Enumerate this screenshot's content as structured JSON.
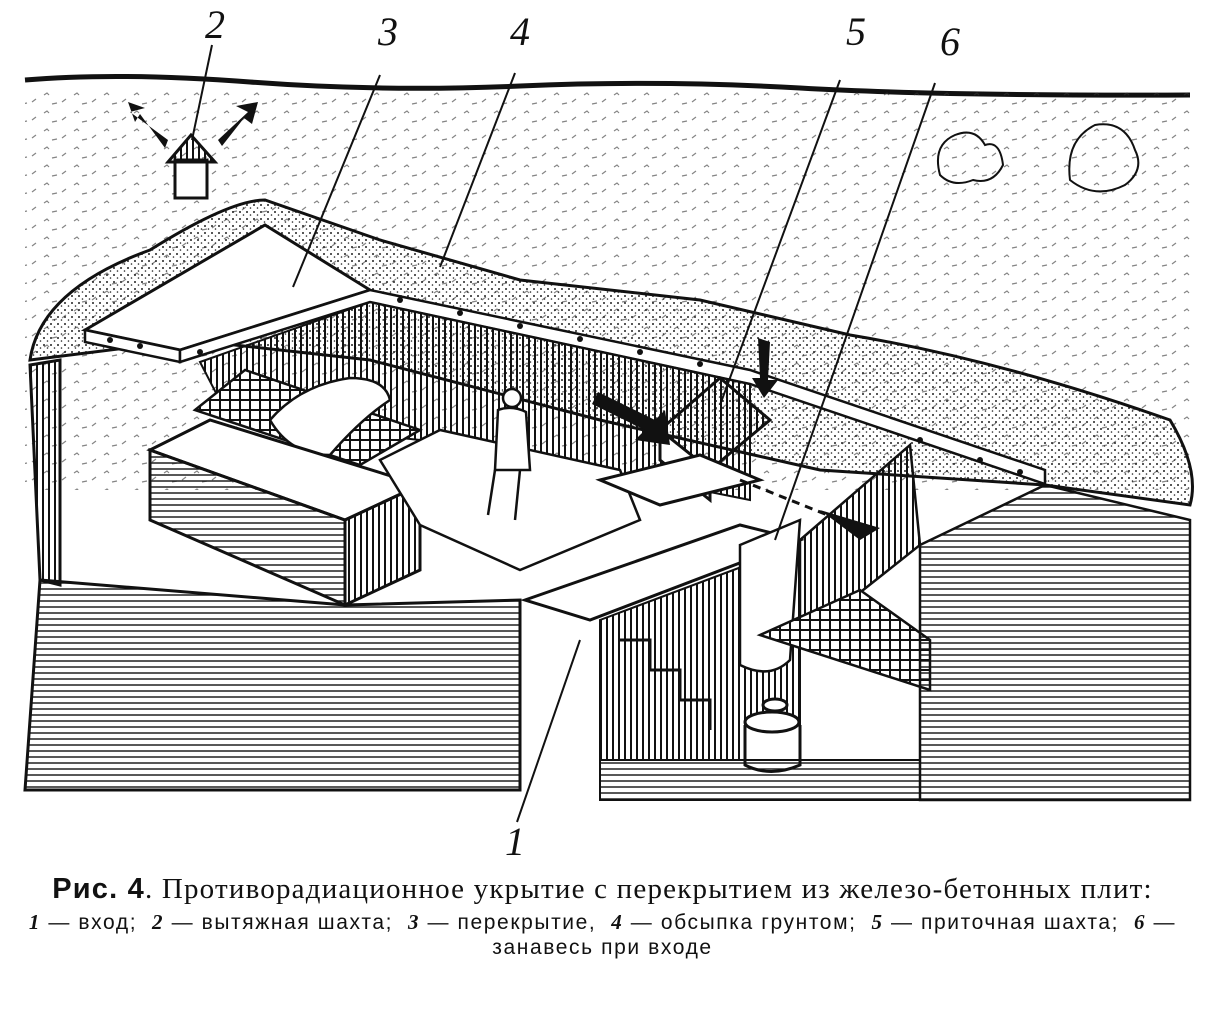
{
  "figure": {
    "callouts": [
      "1",
      "2",
      "3",
      "4",
      "5",
      "6"
    ]
  },
  "caption": {
    "prefix": "Рис. 4",
    "title": ". Противорадиационное укрытие с перекрытием из железо-бетонных плит:"
  },
  "legend": [
    {
      "num": "1",
      "text": "— вход;"
    },
    {
      "num": "2",
      "text": "— вытяжная шахта;"
    },
    {
      "num": "3",
      "text": "— перекрытие,"
    },
    {
      "num": "4",
      "text": "— обсыпка грунтом;"
    },
    {
      "num": "5",
      "text": "— приточная шахта;"
    },
    {
      "num": "6",
      "text": "— занавесь при входе"
    }
  ]
}
